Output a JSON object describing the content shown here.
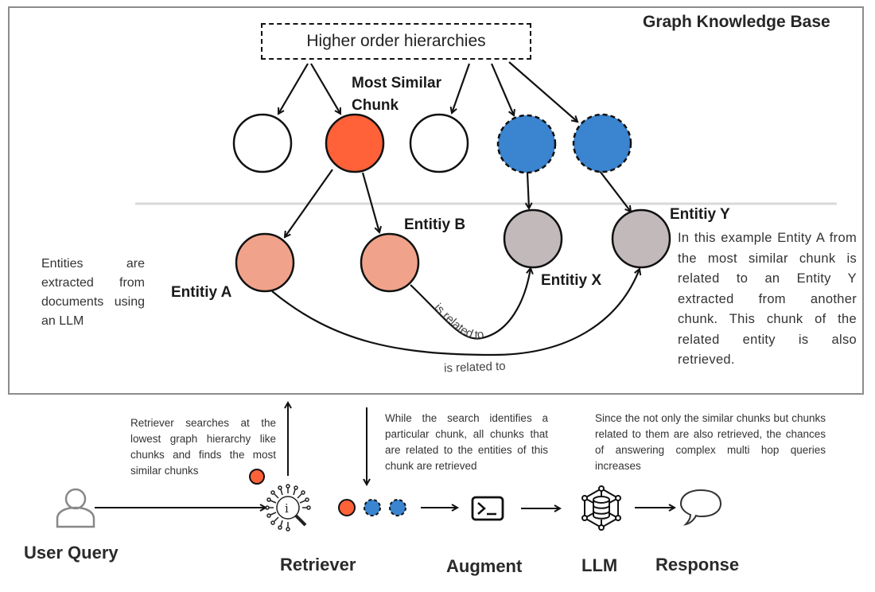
{
  "knowledge_base": {
    "title": "Graph Knowledge Base",
    "hierarchy_box_label": "Higher order hierarchies",
    "most_similar_label_line1": "Most Similar",
    "most_similar_label_line2": "Chunk",
    "chunks": [
      {
        "id": "chunk-1",
        "state": "unselected"
      },
      {
        "id": "chunk-2",
        "state": "most-similar"
      },
      {
        "id": "chunk-3",
        "state": "unselected"
      },
      {
        "id": "chunk-4",
        "state": "related"
      },
      {
        "id": "chunk-5",
        "state": "related"
      }
    ],
    "entities": [
      {
        "id": "entity-a",
        "label": "Entitiy A"
      },
      {
        "id": "entity-b",
        "label": "Entitiy B"
      },
      {
        "id": "entity-x",
        "label": "Entitiy X"
      },
      {
        "id": "entity-y",
        "label": "Entitiy Y"
      }
    ],
    "relations": [
      {
        "from": "Entitiy B",
        "to": "Entitiy X",
        "label": "is related to"
      },
      {
        "from": "Entitiy A",
        "to": "Entitiy Y",
        "label": "is related to"
      }
    ],
    "note_left": "Entities are extracted from documents using an LLM",
    "note_right": "In this example Entity A from the most similar chunk is related to an Entity Y extracted from another chunk. This chunk of the related entity is also retrieved."
  },
  "pipeline": {
    "stages": [
      {
        "label": "User Query",
        "icon": "user-icon"
      },
      {
        "label": "Retriever",
        "icon": "retriever-search-icon"
      },
      {
        "label": "Augment",
        "icon": "terminal-prompt-icon"
      },
      {
        "label": "LLM",
        "icon": "llm-network-icon"
      },
      {
        "label": "Response",
        "icon": "speech-bubble-icon"
      }
    ],
    "note_retriever": "Retriever searches at the lowest graph hierarchy like chunks and finds the most similar chunks",
    "note_search": "While the search identifies a particular chunk, all chunks that are related to the entities of this chunk are retrieved",
    "note_since": "Since the not only the similar chunks but chunks related to them are also retrieved, the chances of answering complex multi hop queries increases"
  },
  "colors": {
    "most_similar_chunk": "#ff6139",
    "related_chunk": "#3a84d0",
    "entity_from_similar": "#f0a38a",
    "entity_other": "#c2b9bb",
    "divider": "#d9d9d9",
    "border": "#8c8c8c"
  }
}
